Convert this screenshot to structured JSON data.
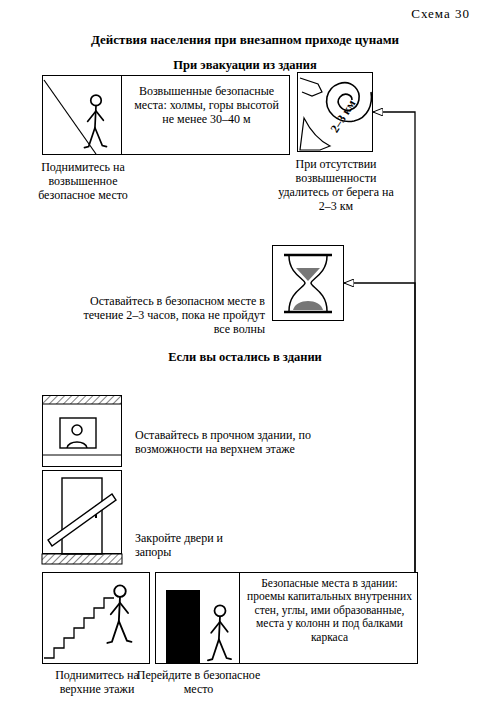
{
  "diagram": {
    "title": "Действия населения при внезапном приходе цунами",
    "nodes": [
      {
        "text": [
          "Поднимитесь на возвышенное безопасное место"
        ]
      },
      {
        "text": [
          "Возвышенные безопасные места: холмы, горы высотой не менее 30–40 м"
        ]
      },
      {
        "text": [
          "2–3 км",
          "При отсутствии возвышенности удалитесь от берега на 2–3 км"
        ]
      },
      {
        "text": [
          "Оставайтесь в безопасном месте в течение 2–3 часов, пока не пройдут все волны"
        ]
      },
      {
        "text": [
          "Оставайтесь в прочном здании, по возможности на верхнем этаже"
        ]
      },
      {
        "text": [
          "Закройте двери и запоры"
        ]
      },
      {
        "text": [
          "Поднимитесь на верхние этажи"
        ]
      },
      {
        "text": [
          "Перейдите в безопасное место"
        ]
      },
      {
        "text": [
          "Безопасные места в здании: проемы капитальных внутренних стен, углы, ими образованные, места у колонн и под балками каркаса"
        ]
      }
    ],
    "edges": [
      {
        "from": 8,
        "to": 2,
        "arrow": "to"
      },
      {
        "from": 8,
        "to": 3,
        "arrow": "to"
      }
    ],
    "labels": [
      "Схема 30",
      "При эвакуации из здания",
      "Если вы остались в здании"
    ]
  }
}
